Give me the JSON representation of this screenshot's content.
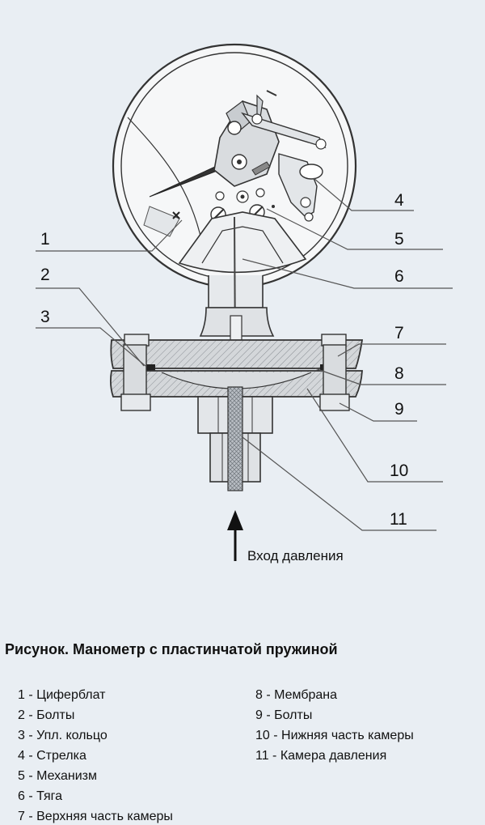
{
  "callouts": [
    "1",
    "2",
    "3",
    "4",
    "5",
    "6",
    "7",
    "8",
    "9",
    "10",
    "11"
  ],
  "inlet_label": "Вход давления",
  "caption": {
    "title": "Рисунок. Манометр с пластинчатой пружиной",
    "items": [
      "1 - Циферблат",
      "2 - Болты",
      "3 - Упл. кольцо",
      "4 - Стрелка",
      "5 - Механизм",
      "6 - Тяга",
      "7 - Верхняя часть камеры",
      "8 - Мембрана",
      "9 - Болты",
      "10 - Нижняя часть камеры",
      "11 - Камера давления"
    ]
  },
  "colors": {
    "background": "#e9eef3",
    "metal": "#d4d7da",
    "outline": "#333333"
  }
}
